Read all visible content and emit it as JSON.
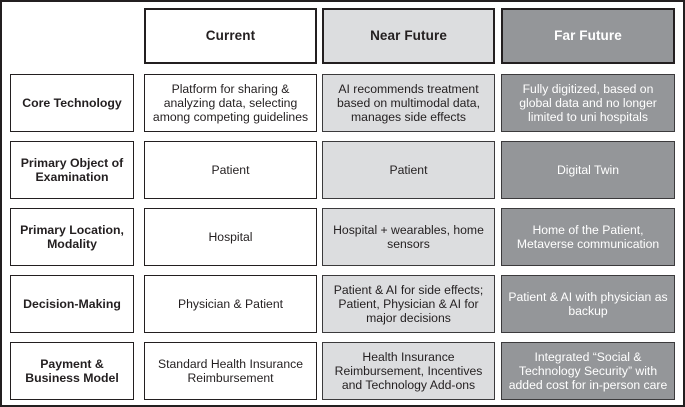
{
  "table": {
    "columns": [
      {
        "key": "label",
        "label": ""
      },
      {
        "key": "current",
        "label": "Current",
        "fill": "#ffffff",
        "text_color": "#231f20"
      },
      {
        "key": "near_future",
        "label": "Near Future",
        "fill": "#dcdddf",
        "text_color": "#231f20"
      },
      {
        "key": "far_future",
        "label": "Far Future",
        "fill": "#949699",
        "text_color": "#ffffff"
      }
    ],
    "rows": [
      {
        "label": "Core Technology",
        "current": "Platform for sharing & analyzing data, selecting among competing guidelines",
        "near_future": "AI recommends treatment based on multimodal data, manages side effects",
        "far_future": "Fully digitized, based on global data and no longer limited to uni hospitals"
      },
      {
        "label": "Primary Object of Examination",
        "current": "Patient",
        "near_future": "Patient",
        "far_future": "Digital Twin"
      },
      {
        "label": "Primary Location, Modality",
        "current": "Hospital",
        "near_future": "Hospital + wearables, home sensors",
        "far_future": "Home of the Patient, Metaverse communication"
      },
      {
        "label": "Decision-Making",
        "current": "Physician & Patient",
        "near_future": "Patient & AI for side effects; Patient, Physician & AI for major decisions",
        "far_future": "Patient & AI with physician as backup"
      },
      {
        "label": "Payment & Business Model",
        "current": "Standard Health Insurance Reimbursement",
        "near_future": "Health Insurance Reimbursement, Incentives and Technology Add-ons",
        "far_future": "Integrated “Social & Technology Security” with added cost for in-person care"
      }
    ]
  },
  "style": {
    "frame_color": "#231f20",
    "background": "#ffffff"
  }
}
